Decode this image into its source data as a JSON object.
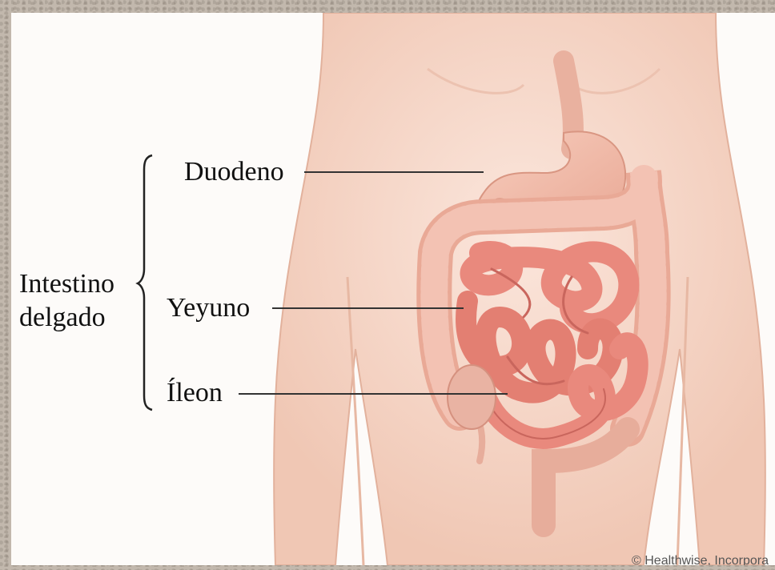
{
  "labels": {
    "group": [
      "Intestino",
      "delgado"
    ],
    "duodenum": "Duodeno",
    "jejunum": "Yeyuno",
    "ileum": "Íleon"
  },
  "credit": "© Healthwise, Incorpora",
  "colors": {
    "skin": "#f6d9cb",
    "skin_shadow": "#e9b9a3",
    "intestine": "#e9897d",
    "intestine_dark": "#c9665d",
    "colon": "#efb3a4",
    "leader_line": "#333333"
  }
}
